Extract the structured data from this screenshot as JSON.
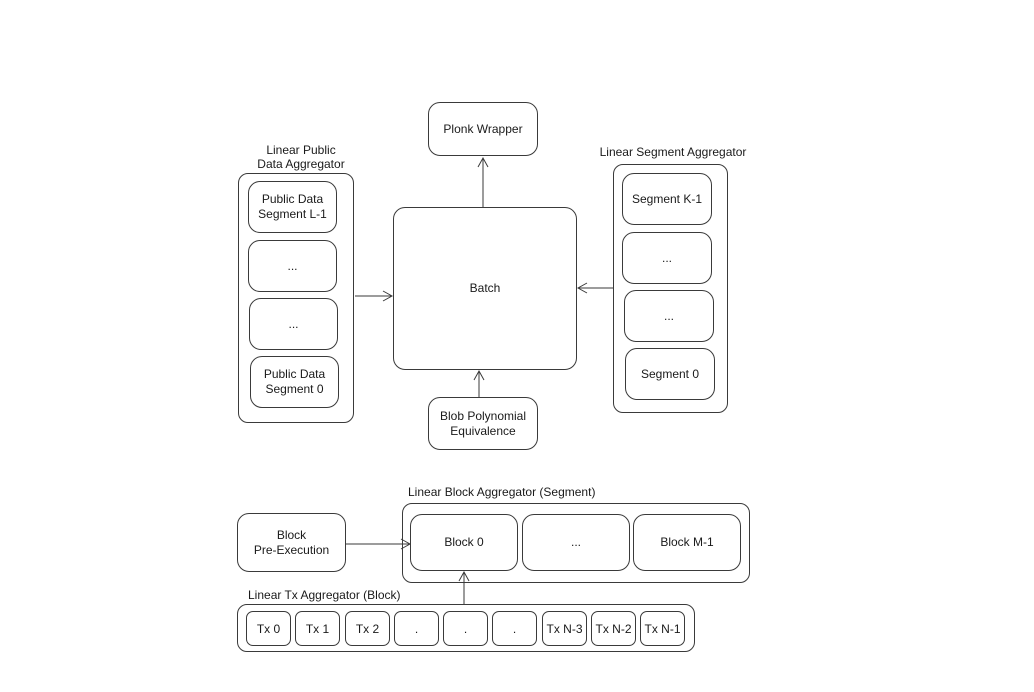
{
  "top": {
    "plonk": "Plonk Wrapper",
    "batch": "Batch",
    "blob": "Blob Polynomial\nEquivalence"
  },
  "public_data": {
    "title": "Linear Public\nData Aggregator",
    "items": [
      "Public Data\nSegment L-1",
      "...",
      "...",
      "Public Data\nSegment 0"
    ]
  },
  "segments": {
    "title": "Linear Segment Aggregator",
    "items": [
      "Segment K-1",
      "...",
      "...",
      "Segment 0"
    ]
  },
  "block_agg": {
    "title": "Linear Block Aggregator (Segment)",
    "pre_exec": "Block\nPre-Execution",
    "items": [
      "Block 0",
      "...",
      "Block M-1"
    ]
  },
  "tx_agg": {
    "title": "Linear Tx Aggregator (Block)",
    "items": [
      "Tx 0",
      "Tx 1",
      "Tx 2",
      ".",
      ".",
      ".",
      "Tx N-3",
      "Tx N-2",
      "Tx N-1"
    ]
  }
}
